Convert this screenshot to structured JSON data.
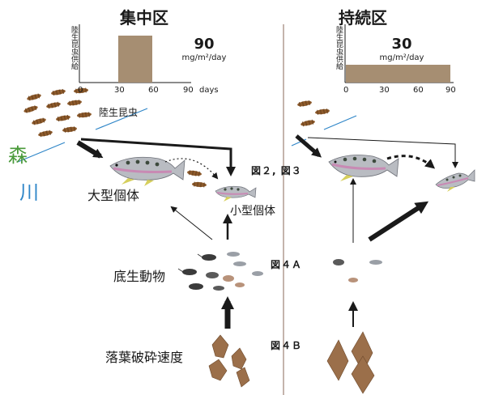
{
  "panels": {
    "left_title": "集中区",
    "right_title": "持続区"
  },
  "left_chart": {
    "ylabel": "陸生昆虫供給",
    "value": "90",
    "unit": "mg/m²/day",
    "ticks": [
      "0",
      "30",
      "60",
      "90"
    ],
    "xunit": "days"
  },
  "right_chart": {
    "ylabel": "陸生昆虫供給",
    "value": "30",
    "unit": "mg/m²/day",
    "ticks": [
      "0",
      "30",
      "60",
      "90"
    ]
  },
  "chart_data": [
    {
      "type": "bar",
      "title": "集中区",
      "ylabel": "陸生昆虫供給",
      "xlabel": "days",
      "x": [
        0,
        30,
        60,
        90
      ],
      "bars": [
        {
          "start": 30,
          "end": 60,
          "value": 90
        }
      ],
      "value_label": "90 mg/m²/day",
      "bar_color": "#a68e72"
    },
    {
      "type": "bar",
      "title": "持続区",
      "ylabel": "陸生昆虫供給",
      "x": [
        0,
        30,
        60,
        90
      ],
      "bars": [
        {
          "start": 0,
          "end": 90,
          "value": 30
        }
      ],
      "value_label": "30 mg/m²/day",
      "bar_color": "#a68e72"
    }
  ],
  "labels": {
    "terrestrial_insects": "陸生昆虫",
    "forest": "森",
    "river": "川",
    "large_fish": "大型個体",
    "small_fish": "小型個体",
    "benthos": "底生動物",
    "litter_breakdown": "落葉破砕速度"
  },
  "figure_refs": {
    "fig23": "図２, 図３",
    "fig4a": "図４Ａ",
    "fig4b": "図４Ｂ"
  },
  "colors": {
    "bar": "#a68e72",
    "forest": "#4a9a3a",
    "river": "#2f86c8",
    "divider": "#8a6a5a",
    "arrow": "#1a1a1a"
  }
}
